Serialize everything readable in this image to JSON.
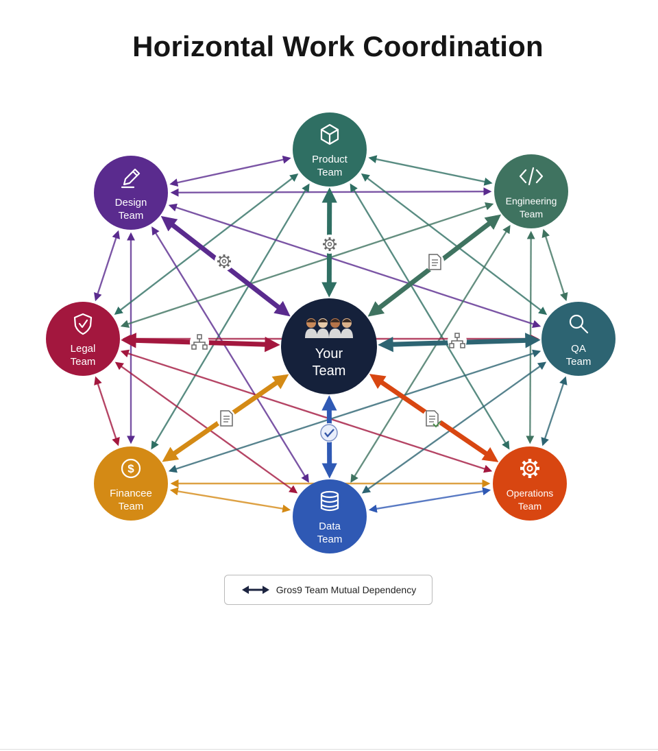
{
  "title": "Horizontal Work Coordination",
  "teams": [
    {
      "id": "product",
      "line1": "Product",
      "line2": "Team",
      "color": "#2f6f63",
      "icon": "cube-icon"
    },
    {
      "id": "design",
      "line1": "Design",
      "line2": "Team",
      "color": "#5a2b8e",
      "icon": "pencil-icon"
    },
    {
      "id": "engineering",
      "line1": "Engineering",
      "line2": "Team",
      "color": "#3f7360",
      "icon": "code-icon"
    },
    {
      "id": "legal",
      "line1": "Legal",
      "line2": "Team",
      "color": "#a3173e",
      "icon": "shield-check-icon"
    },
    {
      "id": "qa",
      "line1": "QA",
      "line2": "Team",
      "color": "#2d6472",
      "icon": "magnifier-icon"
    },
    {
      "id": "finance",
      "line1": "Financee",
      "line2": "Team",
      "color": "#d48a15",
      "icon": "dollar-coin-icon"
    },
    {
      "id": "data",
      "line1": "Data",
      "line2": "Team",
      "color": "#2f59b4",
      "icon": "database-icon"
    },
    {
      "id": "operations",
      "line1": "Operations",
      "line2": "Team",
      "color": "#d84611",
      "icon": "gear-icon"
    }
  ],
  "center": {
    "line1": "Your",
    "line2": "Team",
    "color": "#15213b",
    "icon": "people-group-icon"
  },
  "spoke_icons": [
    "gear-icon",
    "gear-icon",
    "document-icon",
    "flowchart-icon",
    "flowchart-icon",
    "document-icon",
    "checkmark-icon",
    "document-check-icon"
  ],
  "legend": {
    "label": "Gros9 Team Mutual Dependency",
    "icon": "double-arrow-icon",
    "color": "#1c2440"
  }
}
